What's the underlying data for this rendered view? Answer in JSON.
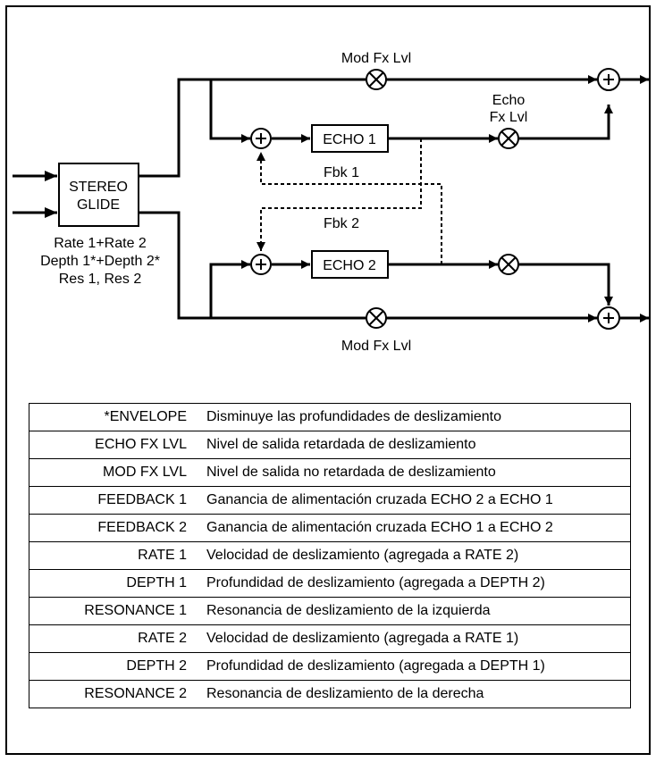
{
  "diagram": {
    "block_stereo_glide_line1": "STEREO",
    "block_stereo_glide_line2": "GLIDE",
    "params_line1": "Rate 1+Rate 2",
    "params_line2": "Depth 1*+Depth 2*",
    "params_line3": "Res 1, Res 2",
    "echo1_label": "ECHO 1",
    "echo2_label": "ECHO 2",
    "mod_fx_lvl_top": "Mod Fx Lvl",
    "mod_fx_lvl_bottom": "Mod Fx Lvl",
    "echo_fx_lvl_line1": "Echo",
    "echo_fx_lvl_line2": "Fx Lvl",
    "fbk1_label": "Fbk 1",
    "fbk2_label": "Fbk 2"
  },
  "legend": {
    "rows": [
      {
        "key": "*ENVELOPE",
        "desc": "Disminuye las profundidades de deslizamiento"
      },
      {
        "key": "ECHO FX LVL",
        "desc": "Nivel de salida retardada de deslizamiento"
      },
      {
        "key": "MOD FX LVL",
        "desc": "Nivel de salida no retardada de deslizamiento"
      },
      {
        "key": "FEEDBACK 1",
        "desc": "Ganancia de alimentación cruzada ECHO 2 a ECHO 1"
      },
      {
        "key": "FEEDBACK 2",
        "desc": "Ganancia de alimentación cruzada ECHO 1 a ECHO 2"
      },
      {
        "key": "RATE 1",
        "desc": "Velocidad de deslizamiento (agregada a RATE 2)"
      },
      {
        "key": "DEPTH 1",
        "desc": "Profundidad de deslizamiento (agregada a DEPTH 2)"
      },
      {
        "key": "RESONANCE 1",
        "desc": "Resonancia de deslizamiento de la izquierda"
      },
      {
        "key": "RATE 2",
        "desc": "Velocidad de deslizamiento (agregada a RATE 1)"
      },
      {
        "key": "DEPTH 2",
        "desc": "Profundidad de deslizamiento (agregada a DEPTH 1)"
      },
      {
        "key": "RESONANCE 2",
        "desc": "Resonancia de deslizamiento de la derecha"
      }
    ]
  }
}
